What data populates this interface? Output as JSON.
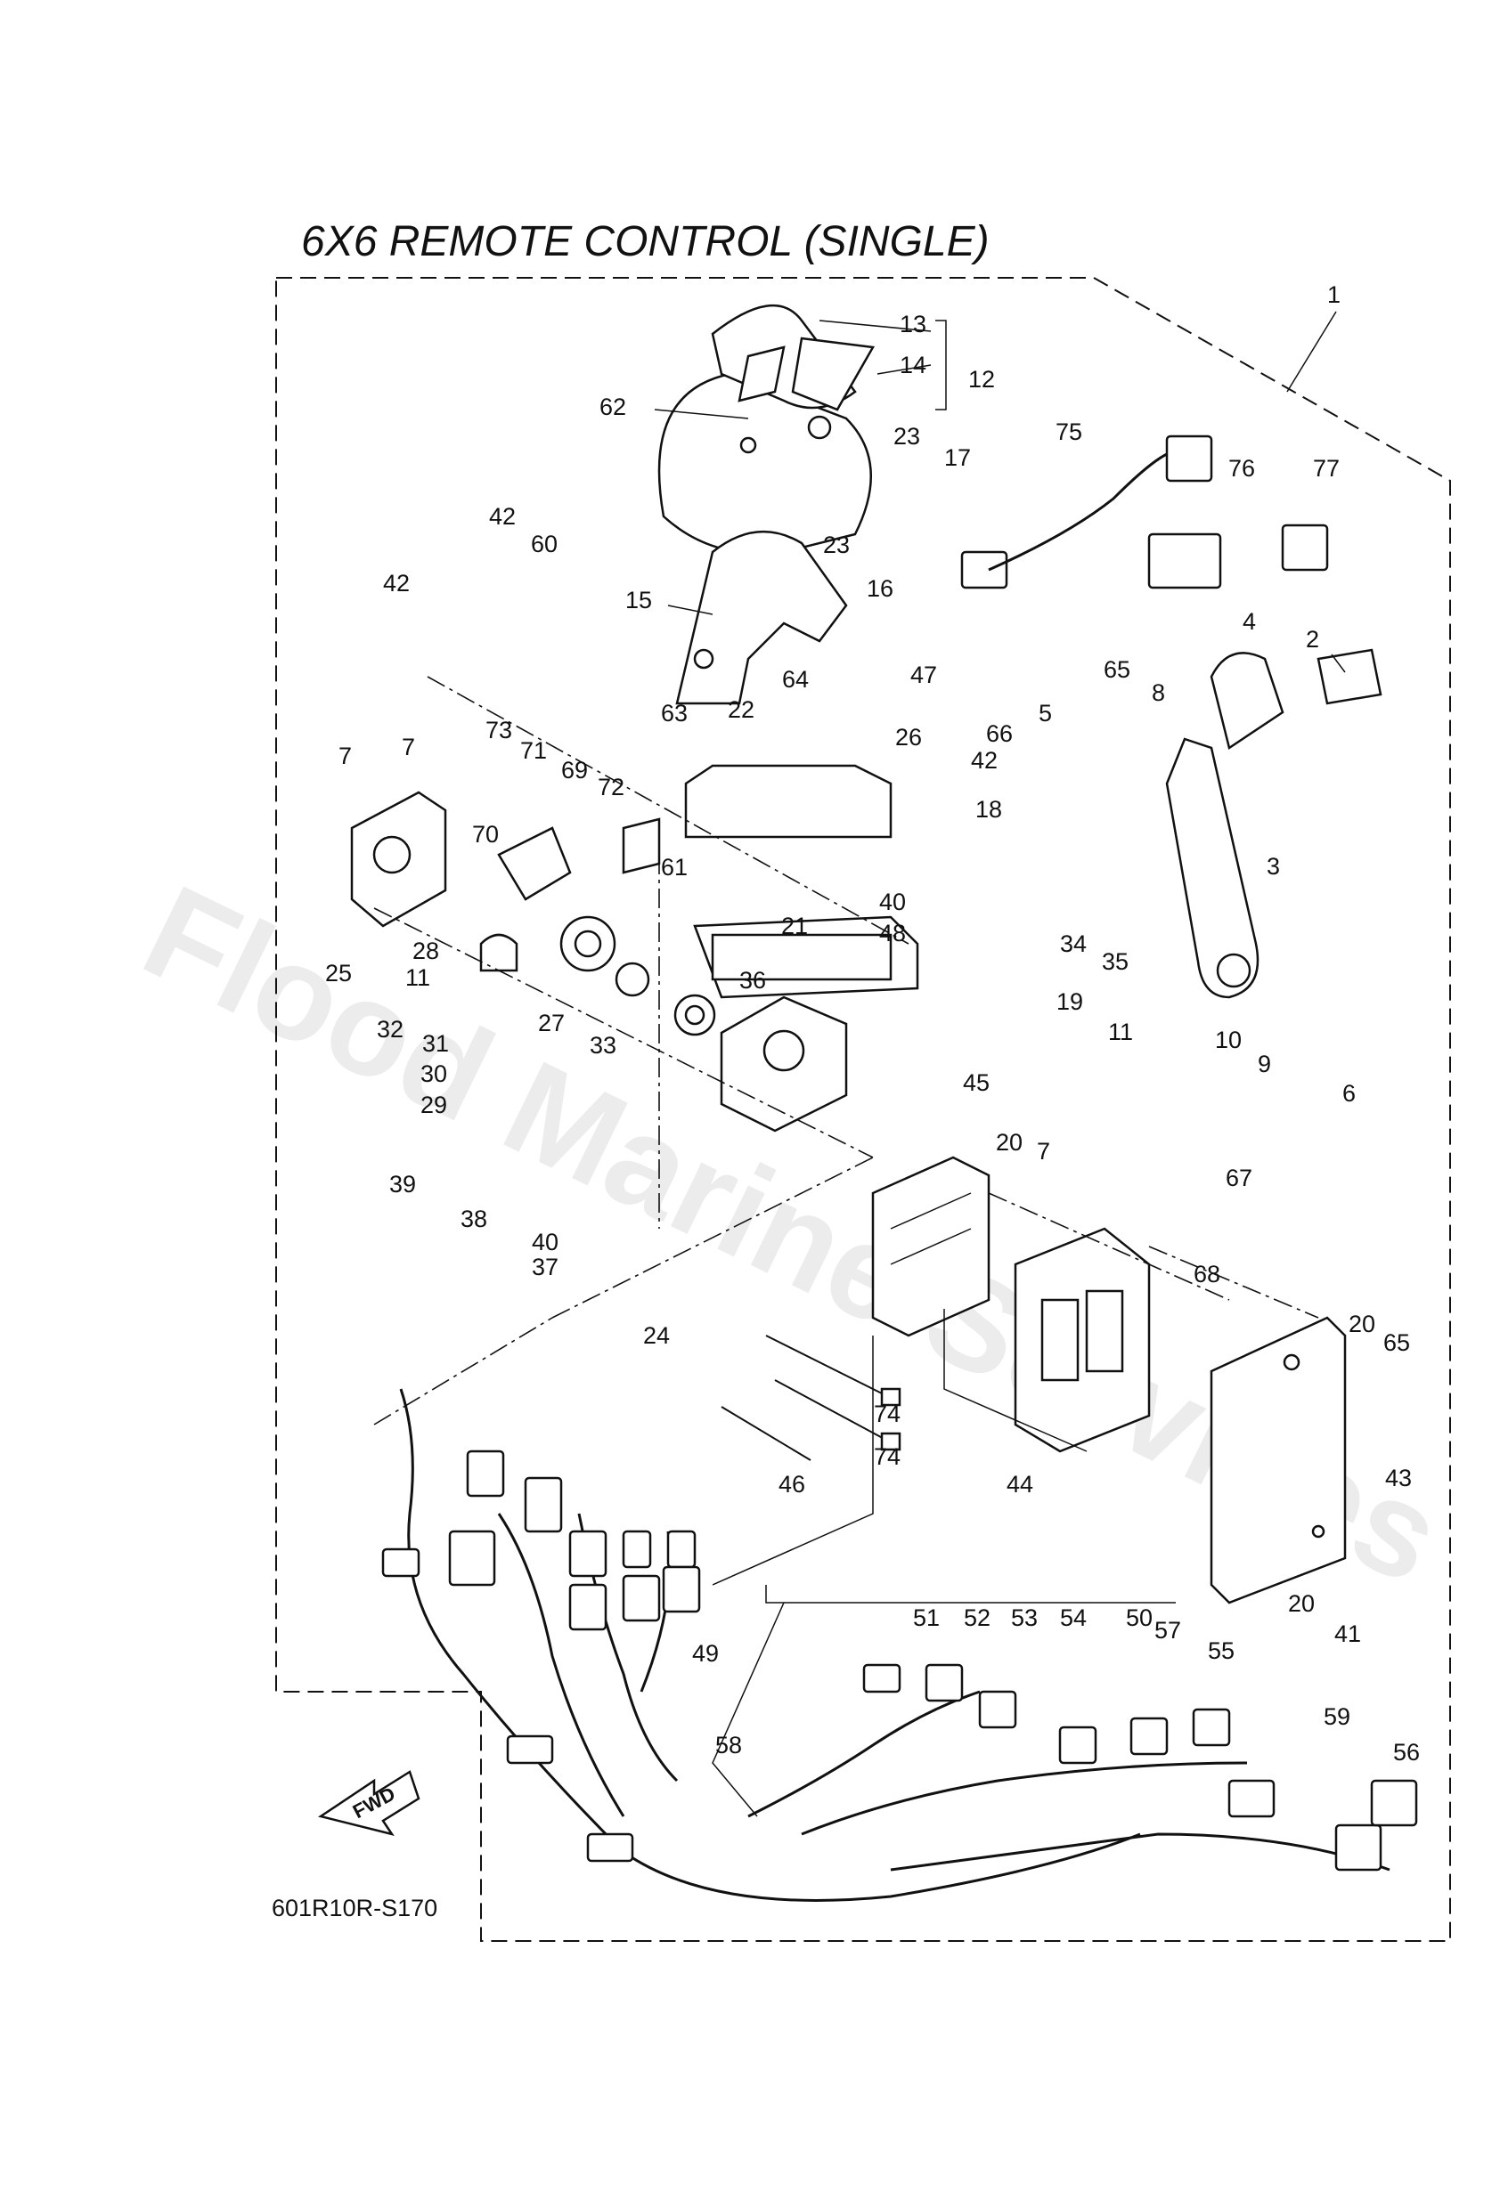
{
  "title": "6X6 REMOTE CONTROL (SINGLE)",
  "diagram_code": "601R10R-S170",
  "fwd_label": "FWD",
  "watermark": "Flood Marine Services",
  "callouts": [
    "1",
    "2",
    "3",
    "4",
    "5",
    "6",
    "7",
    "8",
    "9",
    "10",
    "11",
    "12",
    "13",
    "14",
    "15",
    "16",
    "17",
    "18",
    "19",
    "20",
    "21",
    "22",
    "23",
    "24",
    "25",
    "26",
    "27",
    "28",
    "29",
    "30",
    "31",
    "32",
    "33",
    "34",
    "35",
    "36",
    "37",
    "38",
    "39",
    "40",
    "41",
    "42",
    "43",
    "44",
    "45",
    "46",
    "47",
    "48",
    "49",
    "50",
    "51",
    "52",
    "53",
    "54",
    "55",
    "56",
    "57",
    "58",
    "59",
    "60",
    "61",
    "62",
    "63",
    "64",
    "65",
    "66",
    "67",
    "68",
    "69",
    "70",
    "71",
    "72",
    "73",
    "74",
    "75",
    "76",
    "77"
  ],
  "colors": {
    "line": "#111111",
    "background": "#ffffff"
  }
}
